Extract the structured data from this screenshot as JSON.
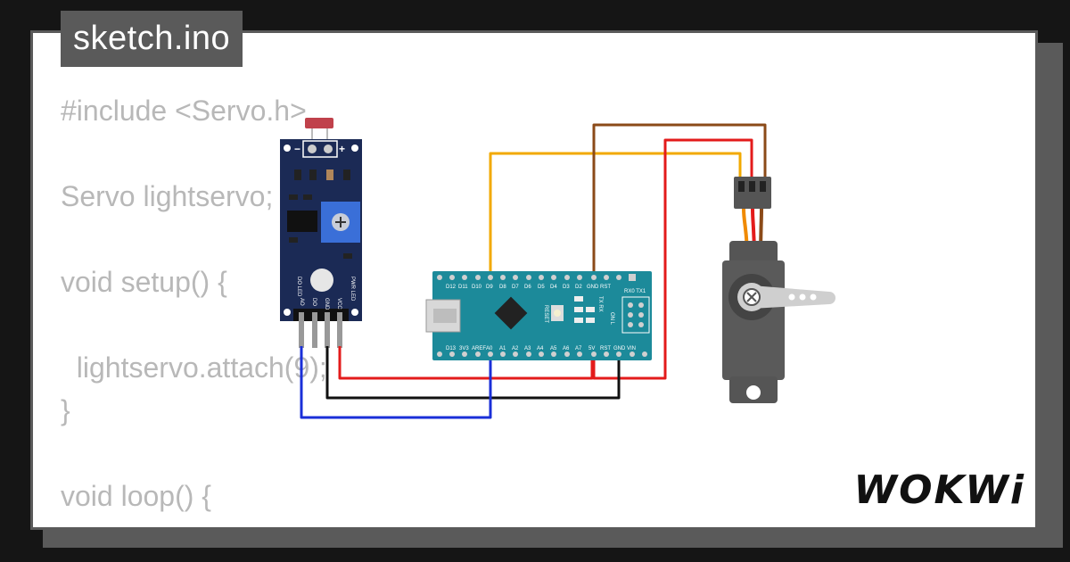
{
  "title": "sketch.ino",
  "code_lines": [
    "#include <Servo.h>",
    "",
    "Servo lightservo;",
    "",
    "void setup() {",
    "",
    "  lightservo.attach(9);",
    "}",
    "",
    "void loop() {"
  ],
  "sensor": {
    "pins": [
      "AO",
      "DO",
      "GND",
      "VCC"
    ],
    "leds": [
      "DO LED",
      "PWR LED"
    ],
    "minus": "−",
    "plus": "+"
  },
  "nano": {
    "top_pins": [
      "D12",
      "D11",
      "D10",
      "D9",
      "D8",
      "D7",
      "D6",
      "D5",
      "D4",
      "D3",
      "D2",
      "GND",
      "RST"
    ],
    "bottom_pins": [
      "D13",
      "3V3",
      "AREF",
      "A0",
      "A1",
      "A2",
      "A3",
      "A4",
      "A5",
      "A6",
      "A7",
      "5V",
      "RST",
      "GND",
      "VIN"
    ],
    "rx_tx": "RX0 TX1",
    "tx_rx_labels": "TX RX",
    "on_l": "ON L",
    "reset": "RESET"
  },
  "logo": "WOKWi",
  "colors": {
    "board": "#1c8a9a",
    "sensor_board": "#1b2a55",
    "wire_orange": "#f2a900",
    "wire_brown": "#8b4a18",
    "wire_red": "#e31b1b",
    "wire_black": "#111111",
    "wire_blue": "#1a2fd8",
    "servo": "#555555"
  }
}
